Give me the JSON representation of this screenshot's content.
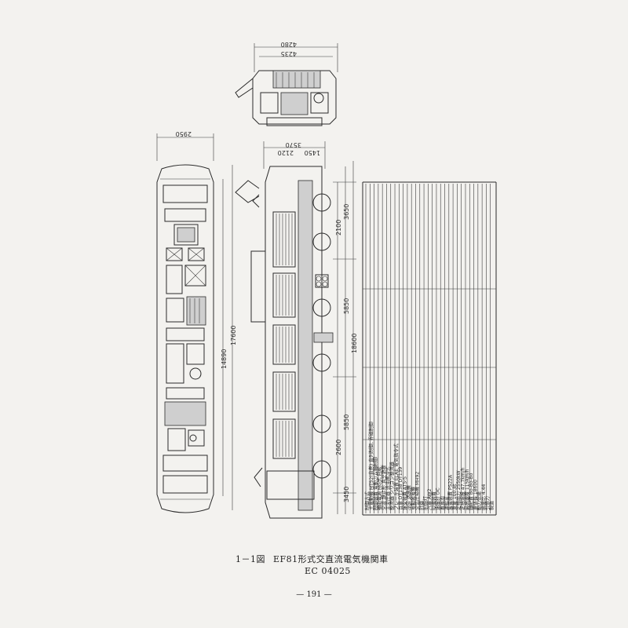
{
  "figure": {
    "number": "1－1図",
    "title": "EF81形式交直流電気機関車",
    "code": "EC 04025"
  },
  "page_number": "— 191 —",
  "dimensions": {
    "end_width_outer": "4280",
    "end_width_inner": "4235",
    "plan_width": "2950",
    "side_top_1": "3570",
    "side_top_2": "2120",
    "side_top_3": "1450",
    "total_length": "18600",
    "plan_length_outer": "17600",
    "plan_length_inner": "14890",
    "truck_base_1": "3650",
    "truck_base_2": "5850",
    "truck_base_3": "5850",
    "truck_base_4": "3450",
    "axle_1": "2100",
    "axle_2": "2600"
  },
  "spec_rows": [
    "制御方式",
    "主電動機 MT52(直巻) 直列制御, 界磁制御",
    "制御装置  電動カム軸制御",
    "補助電源  MG式 回転",
    "交流 静止形 真空遮断",
    "主変圧器  送油風冷式",
    "整流器 シリコン整流器",
    "ブレーキ装置  ELAE 電気指令式",
    "台車 DT138 DT139",
    "保安装置 ATS-S",
    "冷房 送風機",
    "電動発電機",
    "空気圧縮機 MH92",
    "計器",
    "前照灯",
    "汽笛 AW2",
    "砂撒装置",
    "速度計 DC",
    "蓄電池",
    "運転室",
    "集電装置 PS22A",
    "重量 100.8t",
    "定格出力 2550kW",
    "定格速度 47.7km/h",
    "最高速度 115km/h",
    "軸配置 Bo-Bo-Bo",
    "車体長 18600",
    "動力伝達",
    "歯車比 4.44",
    "引張力",
    "製造"
  ]
}
